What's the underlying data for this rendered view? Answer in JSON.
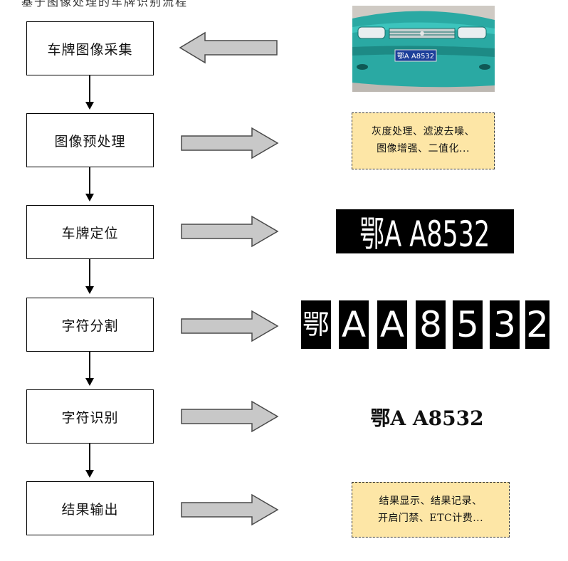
{
  "title_fragment": "基于图像处理的车牌识别流程",
  "steps": [
    {
      "label": "车牌图像采集"
    },
    {
      "label": "图像预处理"
    },
    {
      "label": "车牌定位"
    },
    {
      "label": "字符分割"
    },
    {
      "label": "字符识别"
    },
    {
      "label": "结果输出"
    }
  ],
  "notes": {
    "preprocess_line1": "灰度处理、滤波去噪、",
    "preprocess_line2": "图像增强、二值化...",
    "output_line1": "结果显示、结果记录、",
    "output_line2": "开启门禁、ETC计费..."
  },
  "plate": {
    "photo_text": "鄂A A8532",
    "located_text": "鄂A A8532",
    "segments": [
      "鄂",
      "A",
      "A",
      "8",
      "5",
      "3",
      "2"
    ],
    "recognized_text": "鄂A A8532"
  },
  "colors": {
    "arrow_fill": "#c8c8c8",
    "arrow_stroke": "#4a4a4a",
    "note_fill": "#fde6a6",
    "car_body": "#2aa9a3",
    "plate_blue": "#1c3f9a"
  }
}
